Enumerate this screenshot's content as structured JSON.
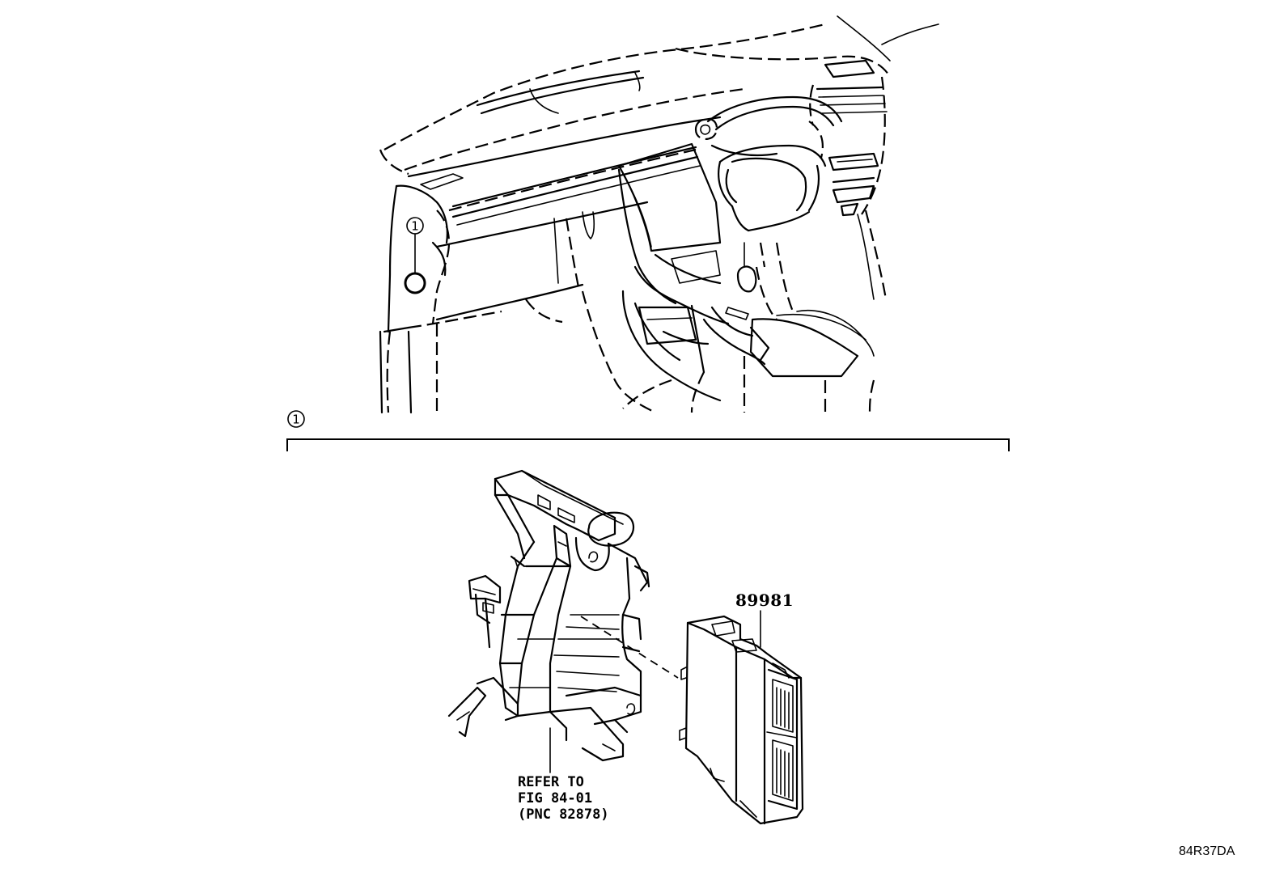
{
  "callout_marker": "1",
  "part_number": "89981",
  "reference_note": {
    "line1": "REFER TO",
    "line2": "FIG 84-01",
    "line3": "(PNC 82878)"
  },
  "drawing_code": "84R37DA"
}
